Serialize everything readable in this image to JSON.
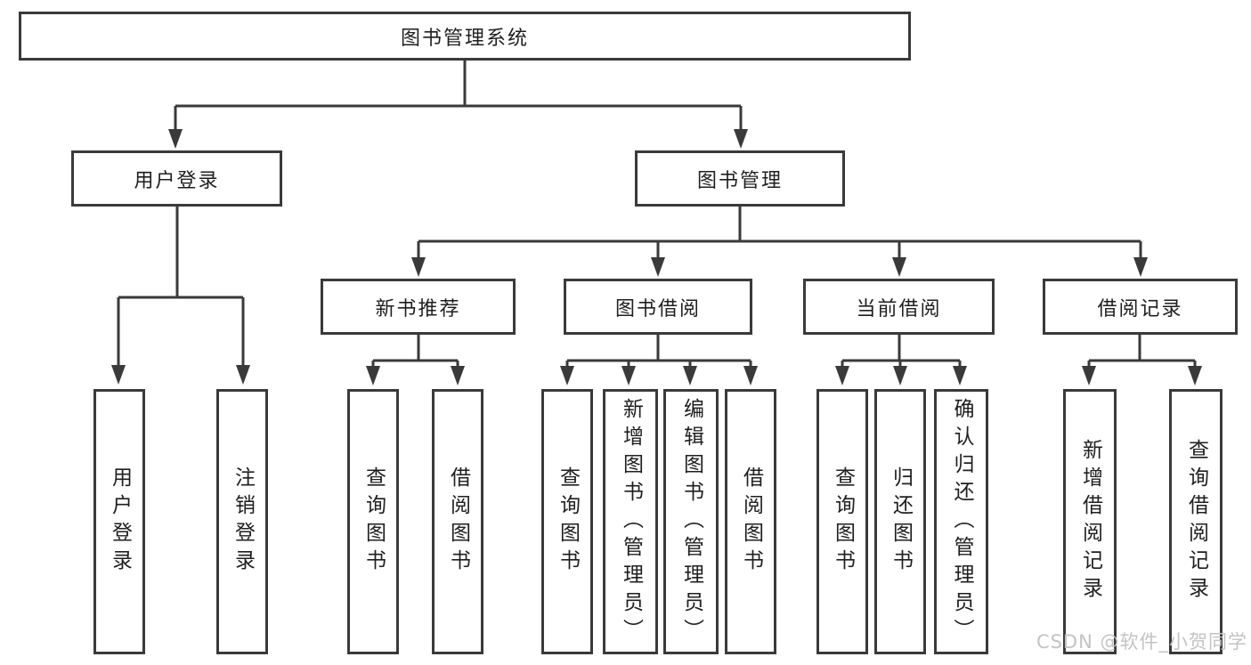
{
  "diagram_type": "hierarchy-tree",
  "colors": {
    "line": "#3a3a3a",
    "box_border": "#3a3a3a",
    "text": "#1f1f1f",
    "background": "#ffffff",
    "watermark": "#c3c3c3"
  },
  "tree": {
    "label": "图书管理系统",
    "children": [
      {
        "label": "用户登录",
        "children": [
          {
            "label": "用户登录"
          },
          {
            "label": "注销登录"
          }
        ]
      },
      {
        "label": "图书管理",
        "children": [
          {
            "label": "新书推荐",
            "children": [
              {
                "label": "查询图书"
              },
              {
                "label": "借阅图书"
              }
            ]
          },
          {
            "label": "图书借阅",
            "children": [
              {
                "label": "查询图书"
              },
              {
                "label": "新增图书（管理员）"
              },
              {
                "label": "编辑图书（管理员）"
              },
              {
                "label": "借阅图书"
              }
            ]
          },
          {
            "label": "当前借阅",
            "children": [
              {
                "label": "查询图书"
              },
              {
                "label": "归还图书"
              },
              {
                "label": "确认归还（管理员）"
              }
            ]
          },
          {
            "label": "借阅记录",
            "children": [
              {
                "label": "新增借阅记录"
              },
              {
                "label": "查询借阅记录"
              }
            ]
          }
        ]
      }
    ]
  },
  "watermark": {
    "text": "CSDN @软件_小贺同学"
  }
}
